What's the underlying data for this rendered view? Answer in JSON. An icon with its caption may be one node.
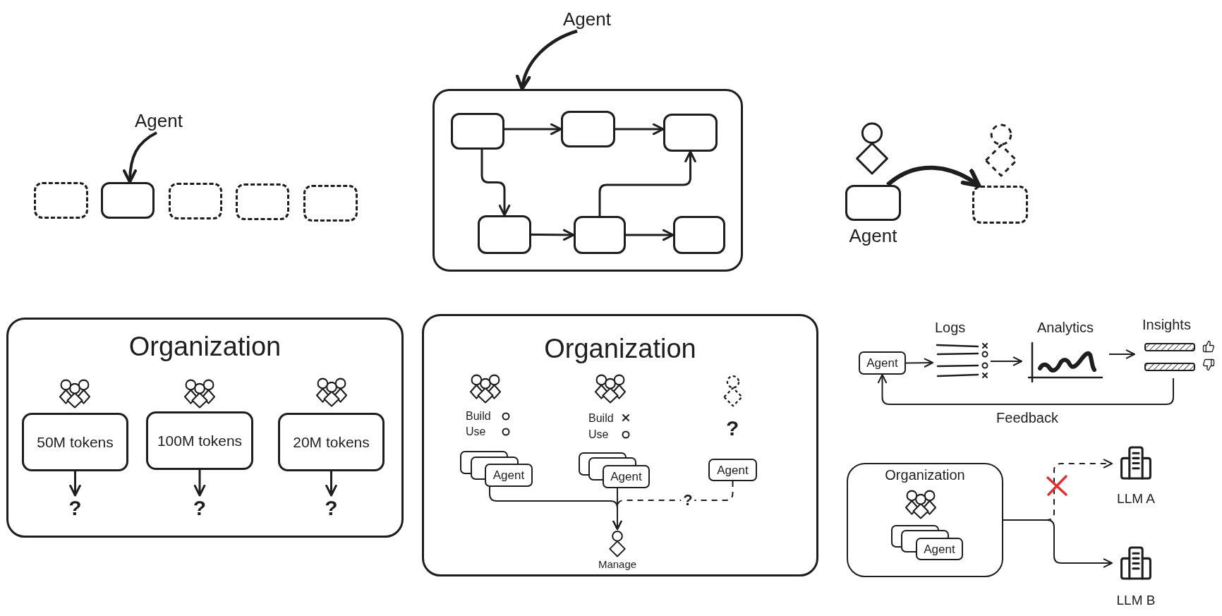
{
  "diagram": {
    "nodes": [
      {
        "text": [
          "Agent"
        ]
      },
      {
        "text": [],
        "shape": "box"
      },
      {
        "text": [],
        "shape": "box"
      },
      {
        "text": [],
        "shape": "box"
      },
      {
        "text": [],
        "shape": "box"
      },
      {
        "text": [],
        "shape": "box"
      },
      {
        "text": [
          "Agent"
        ]
      },
      {
        "text": [],
        "shape": "box"
      },
      {
        "text": [],
        "shape": "box",
        "in": 7
      },
      {
        "text": [],
        "shape": "box",
        "in": 7
      },
      {
        "text": [],
        "shape": "box",
        "in": 7
      },
      {
        "text": [],
        "shape": "box",
        "in": 7
      },
      {
        "text": [],
        "shape": "box",
        "in": 7
      },
      {
        "text": [],
        "shape": "box",
        "in": 7
      },
      {
        "text": [
          "Agent"
        ]
      },
      {
        "text": [],
        "shape": "box"
      },
      {
        "text": [
          "Organization"
        ]
      },
      {
        "text": [
          "50M tokens"
        ],
        "in": 16
      },
      {
        "text": [
          "100M tokens"
        ],
        "in": 16
      },
      {
        "text": [
          "20M tokens"
        ],
        "in": 16
      },
      {
        "text": [
          "?"
        ],
        "in": 16
      },
      {
        "text": [
          "?"
        ],
        "in": 16
      },
      {
        "text": [
          "?"
        ],
        "in": 16
      },
      {
        "text": [
          "Organization"
        ]
      },
      {
        "text": [
          "Agent"
        ],
        "in": 23
      },
      {
        "text": [
          "Agent"
        ],
        "in": 23
      },
      {
        "text": [
          "Agent"
        ],
        "in": 23
      },
      {
        "text": [
          "Manage"
        ],
        "in": 23
      },
      {
        "text": [
          "Agent"
        ]
      },
      {
        "text": [
          "Logs"
        ]
      },
      {
        "text": [
          "Analytics"
        ]
      },
      {
        "text": [
          "Insights"
        ]
      },
      {
        "text": [
          "Organization"
        ]
      },
      {
        "text": [
          "Agent"
        ],
        "in": 32
      },
      {
        "text": [
          "LLM A"
        ]
      },
      {
        "text": [
          "LLM B"
        ]
      }
    ],
    "edges": [
      {
        "from": 0,
        "to": 2,
        "arrow": "to"
      },
      {
        "from": 6,
        "to": 7,
        "arrow": "to"
      },
      {
        "from": 8,
        "to": 9,
        "arrow": "to"
      },
      {
        "from": 9,
        "to": 10,
        "arrow": "to"
      },
      {
        "from": 8,
        "to": 11,
        "arrow": "to"
      },
      {
        "from": 11,
        "to": 12,
        "arrow": "to"
      },
      {
        "from": 12,
        "to": 13,
        "arrow": "to"
      },
      {
        "from": 12,
        "to": 10,
        "arrow": "to"
      },
      {
        "from": 14,
        "to": 15,
        "arrow": "to",
        "style": "thick"
      },
      {
        "from": 17,
        "to": 20,
        "arrow": "to"
      },
      {
        "from": 18,
        "to": 21,
        "arrow": "to"
      },
      {
        "from": 19,
        "to": 22,
        "arrow": "to"
      },
      {
        "from": 24,
        "to": 27,
        "arrow": "to"
      },
      {
        "from": 25,
        "to": 27,
        "arrow": "to"
      },
      {
        "from": 26,
        "to": 27,
        "arrow": "to",
        "style": "dashed",
        "label": "?"
      },
      {
        "from": 28,
        "to": 29,
        "arrow": "to"
      },
      {
        "from": 29,
        "to": 30,
        "arrow": "to"
      },
      {
        "from": 30,
        "to": 31,
        "arrow": "to"
      },
      {
        "from": 31,
        "to": 28,
        "arrow": "to",
        "label": "Feedback"
      },
      {
        "from": 32,
        "to": 34,
        "arrow": "to",
        "style": "dashed"
      },
      {
        "from": 32,
        "to": 35,
        "arrow": "to"
      }
    ],
    "labels": [
      "Build",
      "Use",
      "Build",
      "Use",
      "?"
    ]
  }
}
